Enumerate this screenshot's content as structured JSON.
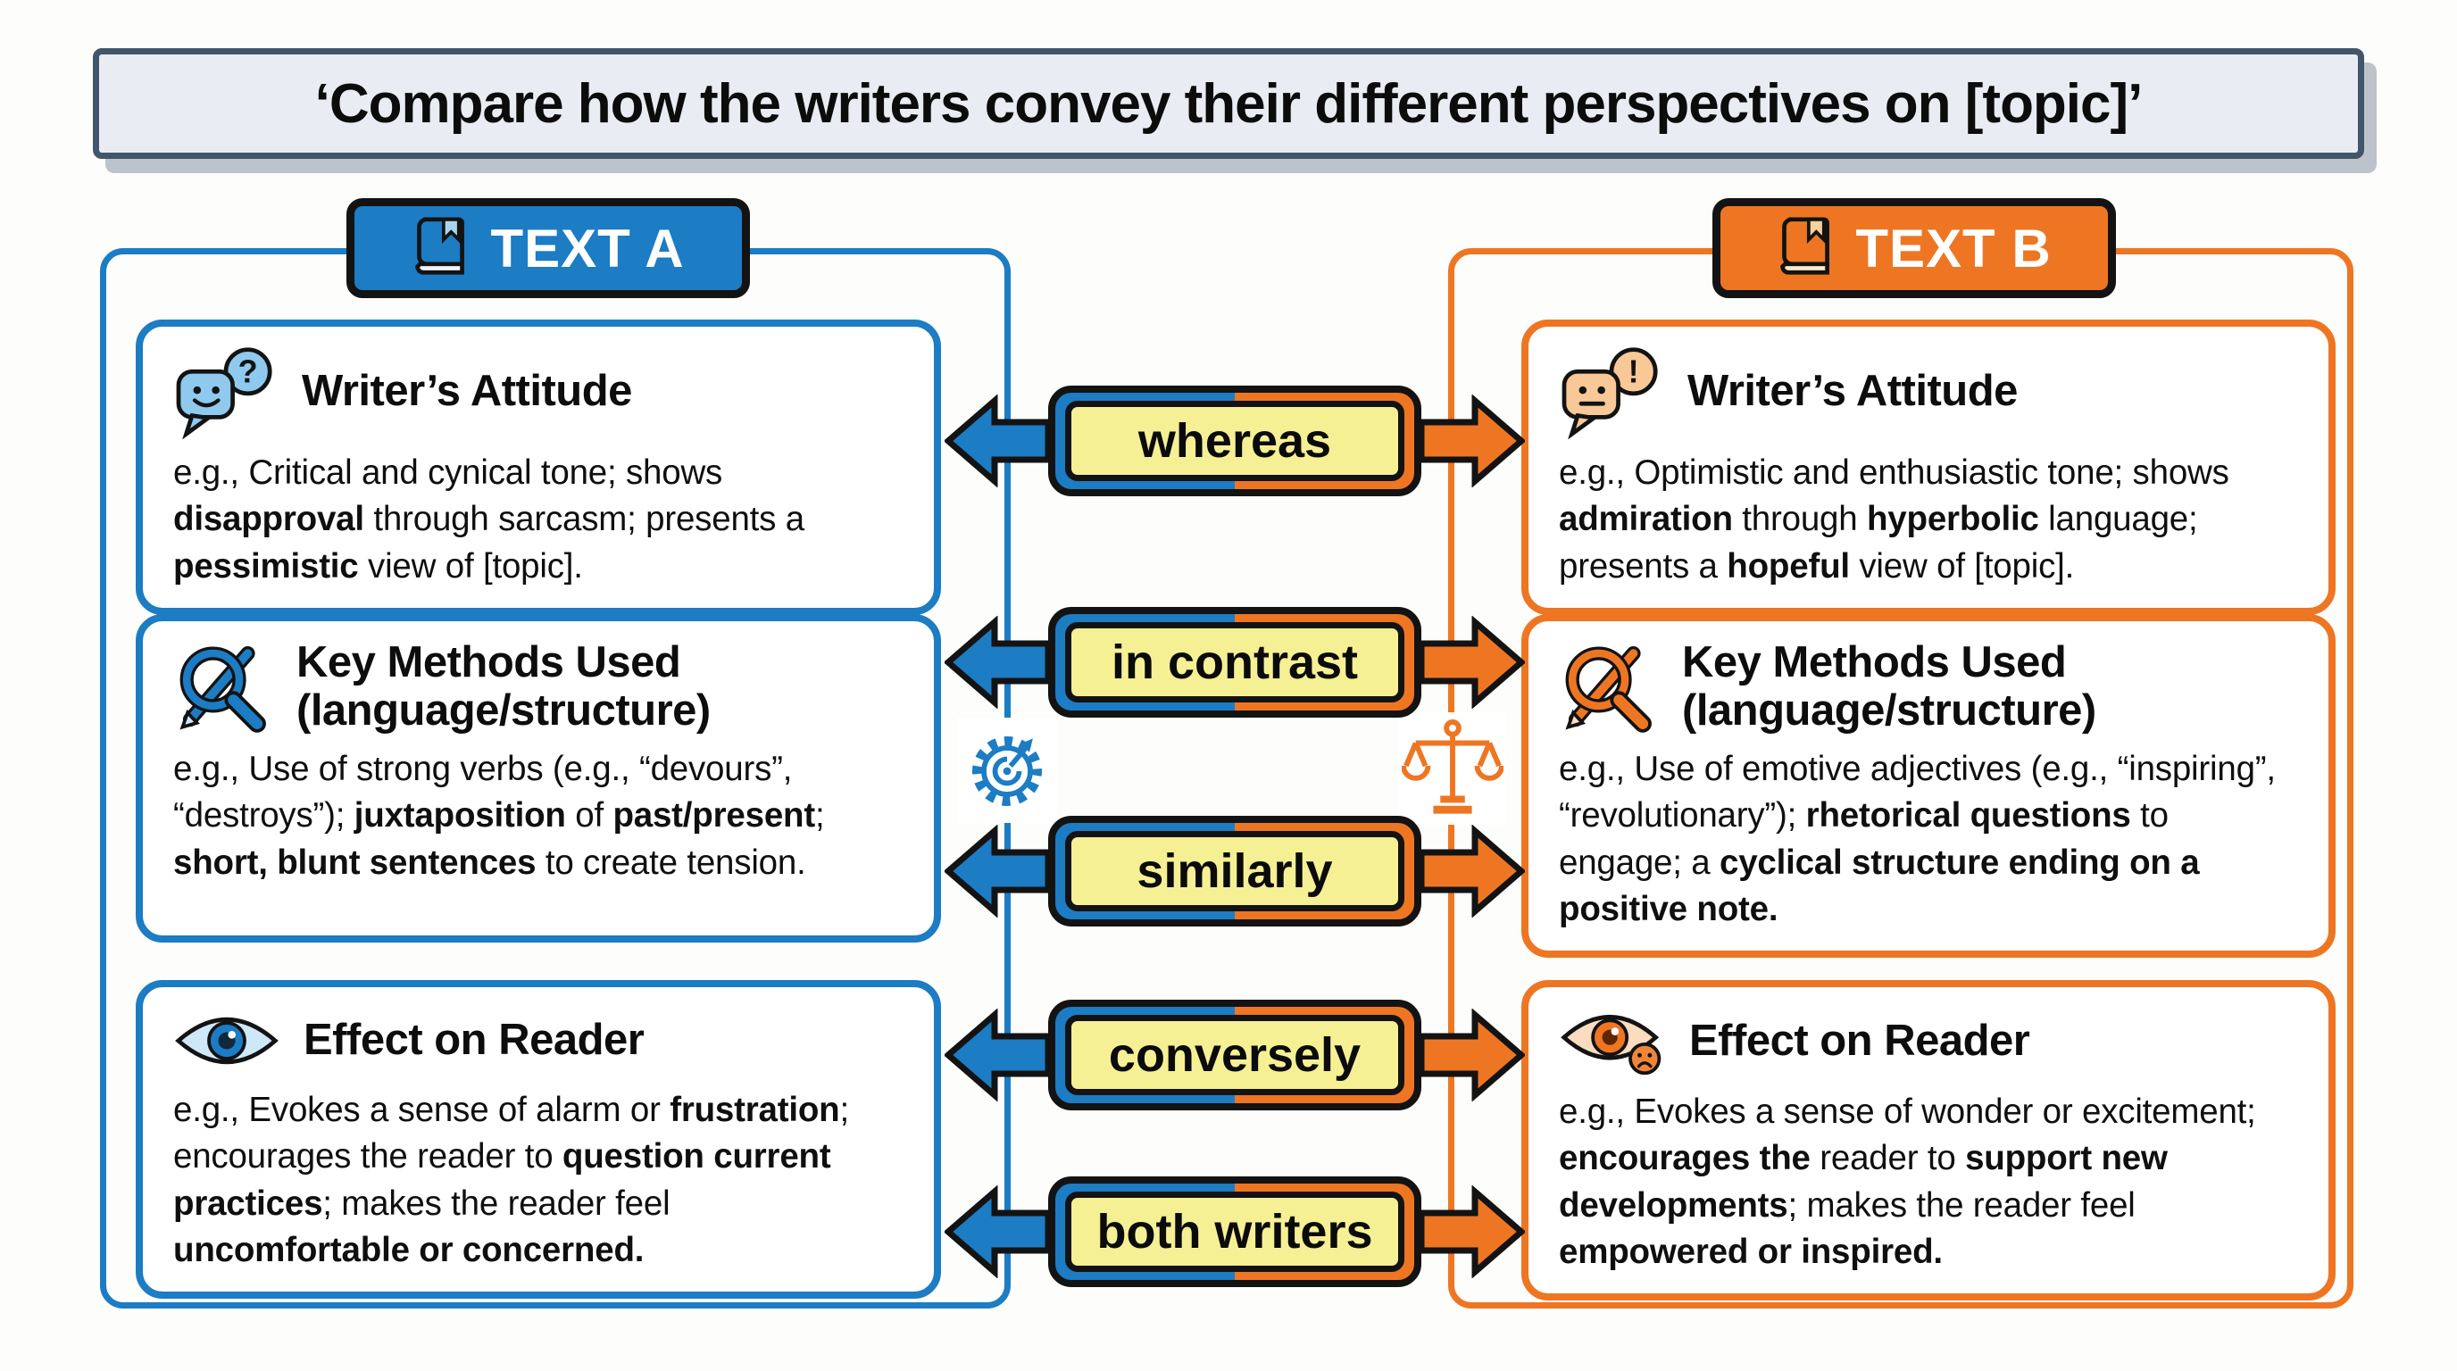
{
  "banner": {
    "title": "‘Compare how the writers convey their different perspectives on [topic]’"
  },
  "colors": {
    "blue": "#1c7cc4",
    "orange": "#ee7623",
    "yellow": "#f6f095",
    "ink": "#131313",
    "banner_bg": "#e9ecf2",
    "banner_border": "#41566b"
  },
  "textA": {
    "label": "TEXT A",
    "attitude": {
      "title": "Writer’s Attitude",
      "body": [
        {
          "t": "e.g., Critical and cynical tone; shows "
        },
        {
          "t": "disapproval",
          "b": true
        },
        {
          "t": " through sarcasm; presents a "
        },
        {
          "t": "pessimistic",
          "b": true
        },
        {
          "t": " view of [topic]."
        }
      ]
    },
    "methods": {
      "title": "Key Methods Used (language/structure)",
      "body": [
        {
          "t": "e.g., Use of strong verbs (e.g., “devours”, “destroys”); "
        },
        {
          "t": "juxtaposition",
          "b": true
        },
        {
          "t": " of "
        },
        {
          "t": "past/present",
          "b": true
        },
        {
          "t": "; "
        },
        {
          "t": "short, blunt sentences",
          "b": true
        },
        {
          "t": " to create tension."
        }
      ]
    },
    "effect": {
      "title": "Effect on Reader",
      "body": [
        {
          "t": "e.g., Evokes a sense of alarm or "
        },
        {
          "t": "frustration",
          "b": true
        },
        {
          "t": "; encourages the reader to "
        },
        {
          "t": "question current practices",
          "b": true
        },
        {
          "t": "; makes the reader feel "
        },
        {
          "t": "uncomfortable or concerned.",
          "b": true
        }
      ]
    }
  },
  "textB": {
    "label": "TEXT B",
    "attitude": {
      "title": "Writer’s Attitude",
      "body": [
        {
          "t": "e.g., Optimistic and enthusiastic tone; shows "
        },
        {
          "t": "admiration",
          "b": true
        },
        {
          "t": " through "
        },
        {
          "t": "hyperbolic",
          "b": true
        },
        {
          "t": " language; presents a "
        },
        {
          "t": "hopeful",
          "b": true
        },
        {
          "t": " view of [topic]."
        }
      ]
    },
    "methods": {
      "title": "Key Methods Used (language/structure)",
      "body": [
        {
          "t": "e.g., Use of emotive adjectives (e.g., “inspiring”, “revolutionary”); "
        },
        {
          "t": "rhetorical questions",
          "b": true
        },
        {
          "t": " to engage; a "
        },
        {
          "t": "cyclical structure ending on a positive note.",
          "b": true
        }
      ]
    },
    "effect": {
      "title": "Effect on Reader",
      "body": [
        {
          "t": "e.g., Evokes a sense of wonder or excitement; "
        },
        {
          "t": "encourages the",
          "b": true
        },
        {
          "t": " reader to "
        },
        {
          "t": "support new developments",
          "b": true
        },
        {
          "t": "; makes the reader feel "
        },
        {
          "t": "empowered or inspired.",
          "b": true
        }
      ]
    }
  },
  "connectives": [
    "whereas",
    "in contrast",
    "similarly",
    "conversely",
    "both writers"
  ],
  "icons": {
    "a_attitude": "speech-bubbles-question-icon",
    "b_attitude": "speech-bubbles-exclamation-icon",
    "methods": "magnifier-pencil-icon",
    "a_effect": "eye-icon",
    "b_effect": "eye-sad-face-icon",
    "badge": "book-icon",
    "left_mid": "gear-target-icon",
    "right_mid": "scales-icon",
    "a_attitude_glyph": "?",
    "b_attitude_glyph": "!"
  }
}
